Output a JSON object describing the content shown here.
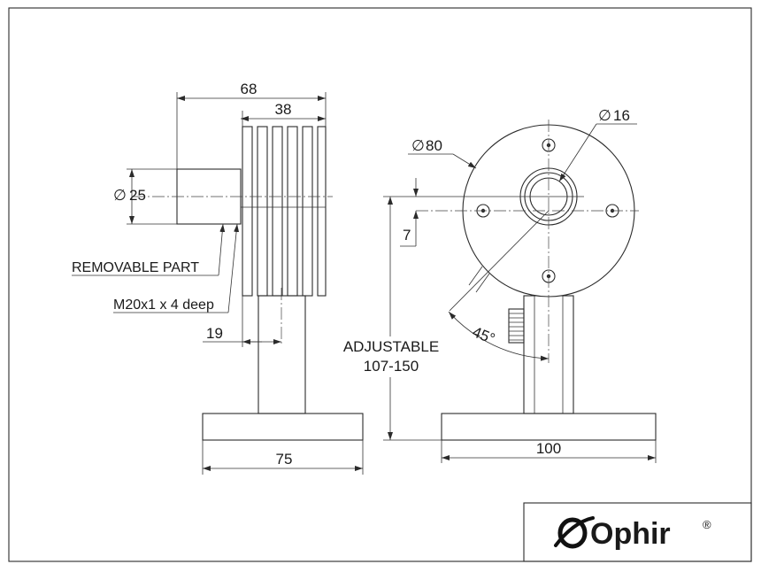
{
  "dimensions": {
    "d68": "68",
    "d38": "38",
    "dia25": "25",
    "d19": "19",
    "d75": "75",
    "dia80": "80",
    "dia16": "16",
    "d7": "7",
    "d100": "100",
    "angle": "45°"
  },
  "symbols": {
    "diameter": "∅"
  },
  "notes": {
    "removable": "REMOVABLE PART",
    "thread": "M20x1 x 4 deep",
    "adjustable_line1": "ADJUSTABLE",
    "adjustable_line2": "107-150"
  },
  "logo": {
    "name": "Ophir",
    "mark": "®",
    "icon": "ophir-swoosh-icon"
  },
  "colors": {
    "line": "#2b2b2b",
    "background": "#ffffff"
  }
}
